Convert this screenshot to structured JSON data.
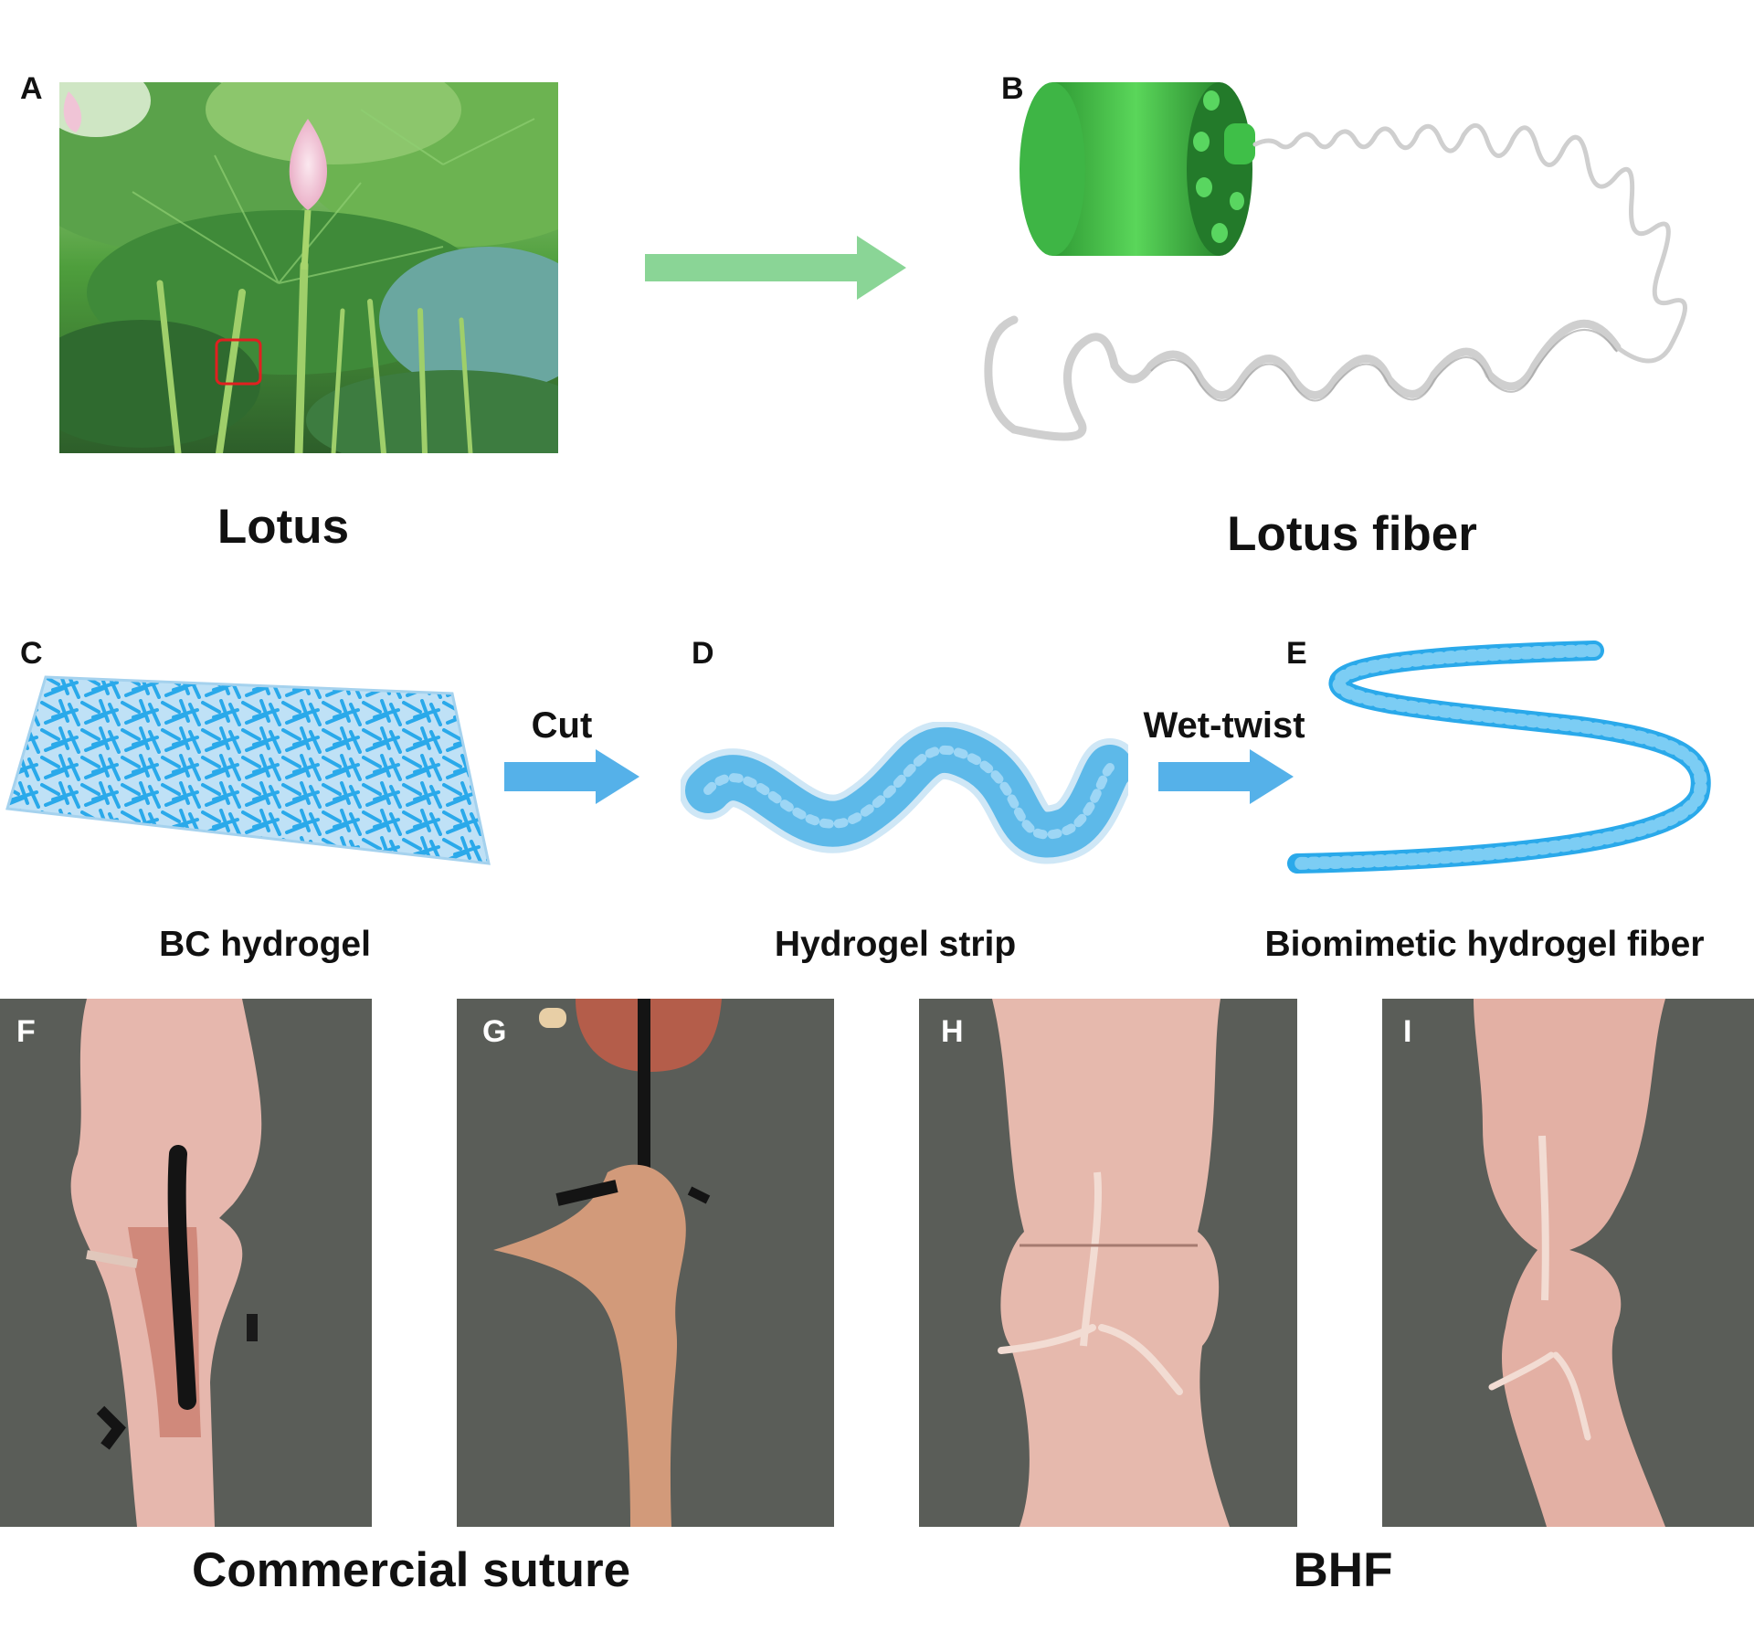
{
  "panels": {
    "A": {
      "label": "A",
      "caption": "Lotus"
    },
    "B": {
      "label": "B",
      "caption": "Lotus fiber"
    },
    "C": {
      "label": "C",
      "caption": "BC hydrogel"
    },
    "D": {
      "label": "D",
      "caption": "Hydrogel strip"
    },
    "E": {
      "label": "E",
      "caption": "Biomimetic hydrogel fiber"
    },
    "F": {
      "label": "F"
    },
    "G": {
      "label": "G"
    },
    "H": {
      "label": "H"
    },
    "I": {
      "label": "I"
    }
  },
  "arrows": {
    "cut": "Cut",
    "wet_twist": "Wet-twist"
  },
  "groups": {
    "commercial": "Commercial suture",
    "bhf": "BHF"
  },
  "colors": {
    "lotus_arrow": "#8ad596",
    "process_arrow": "#55b1e9",
    "hydrogel_blue": "#2aa9ea",
    "photo_background": "#595c57",
    "highlight_box": "#e02020"
  }
}
